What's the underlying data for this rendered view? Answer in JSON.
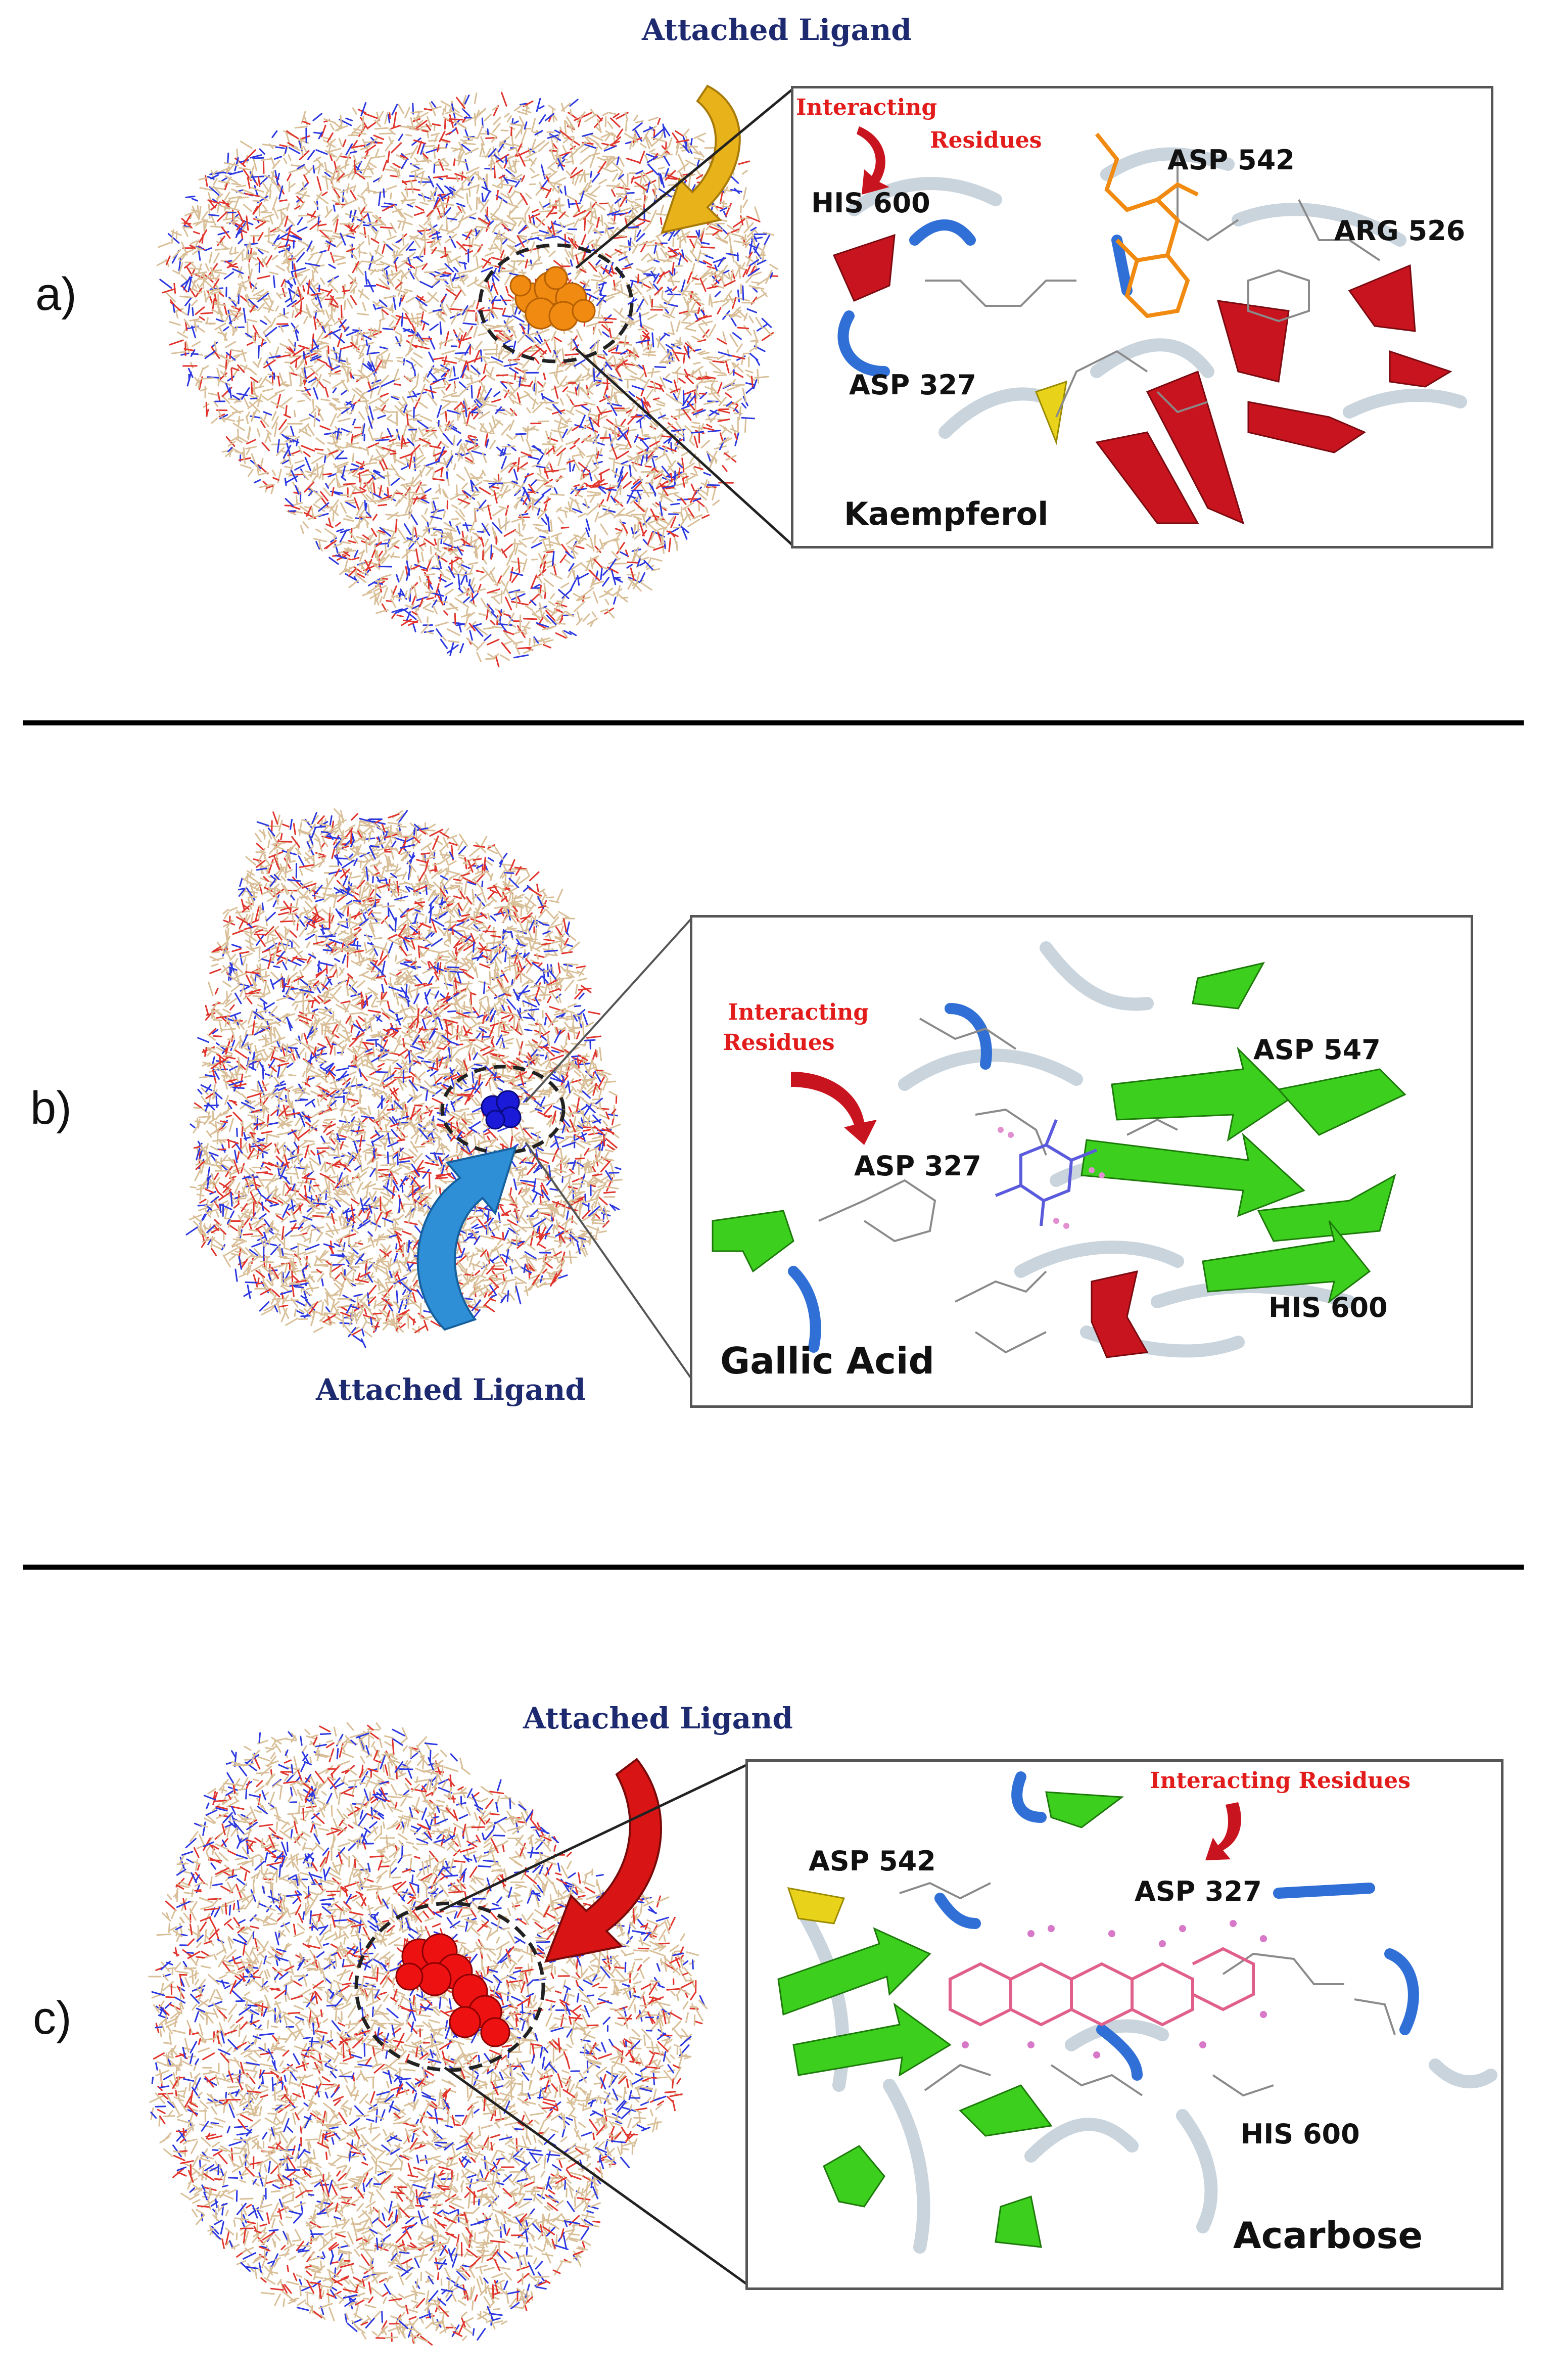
{
  "panels": [
    {
      "letter": "a)",
      "attached_label": "Attached Ligand",
      "interacting_label_line1": "Interacting",
      "interacting_label_line2": "Residues",
      "ligand_name": "Kaempferol",
      "residues": [
        "HIS 600",
        "ASP 542",
        "ARG 526",
        "ASP 327"
      ],
      "ligand_color": "#f08a10",
      "arrow_color": "#e8b21a"
    },
    {
      "letter": "b)",
      "attached_label": "Attached Ligand",
      "interacting_label_line1": "Interacting",
      "interacting_label_line2": "Residues",
      "ligand_name": "Gallic Acid",
      "residues": [
        "ASP 547",
        "ASP 327",
        "HIS 600"
      ],
      "ligand_color": "#1a1ad8",
      "arrow_color": "#2f8fd6"
    },
    {
      "letter": "c)",
      "attached_label": "Attached Ligand",
      "interacting_label": "Interacting Residues",
      "ligand_name": "Acarbose",
      "residues": [
        "ASP 542",
        "ASP 327",
        "HIS 600"
      ],
      "ligand_color": "#ee1111",
      "arrow_color": "#d81414"
    }
  ],
  "colors": {
    "label_blue": "#1d2a70",
    "label_red": "#e21b1b",
    "helix_red": "#c8141e",
    "strand_green": "#3ccf1e",
    "coil_blue": "#2f6fd6",
    "coil_grey": "#c9d4dd",
    "stick_tan": "#d9bf98",
    "stick_red": "#e0342c",
    "stick_blue": "#2b37e0"
  }
}
